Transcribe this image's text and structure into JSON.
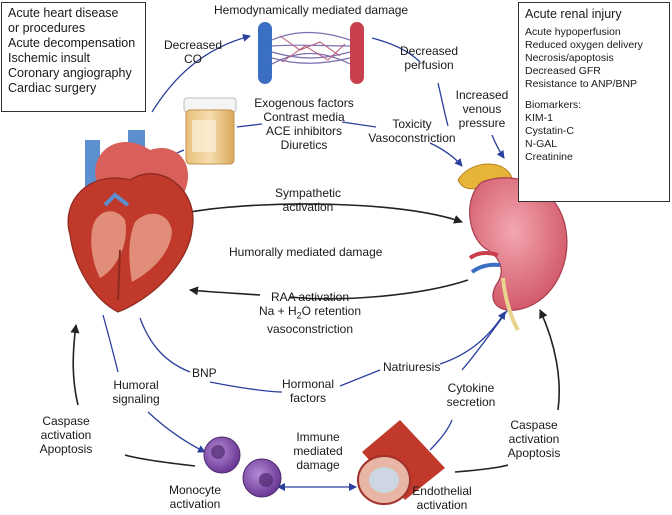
{
  "colors": {
    "arrow_blue": "#2b3f9c",
    "arrow_black": "#222222",
    "kidney": "#e07a86",
    "heart": "#c0392b",
    "adrenal": "#e7b43a",
    "monocyte": "#7b4aa8",
    "vessel": "#c0392b",
    "artery": "#c7404b",
    "vein": "#3a6fc4"
  },
  "boxes": {
    "heart_causes": [
      "Acute heart disease",
      "or procedures",
      "Acute decompensation",
      "Ischemic insult",
      "Coronary angiography",
      "Cardiac surgery"
    ],
    "renal": {
      "title": "Acute renal injury",
      "items": [
        "Acute hypoperfusion",
        "Reduced oxygen delivery",
        "Necrosis/apoptosis",
        "Decreased GFR",
        "Resistance to ANP/BNP"
      ],
      "biomarkers_title": "Biomarkers:",
      "biomarkers": [
        "KIM-1",
        "Cystatin-C",
        "N-GAL",
        "Creatinine"
      ]
    }
  },
  "labels": {
    "hemo": "Hemodynamically mediated damage",
    "decreased_co": [
      "Decreased",
      "CO"
    ],
    "decreased_perfusion": [
      "Decreased",
      "perfusion"
    ],
    "increased_venous": [
      "Increased",
      "venous",
      "pressure"
    ],
    "exogenous": [
      "Exogenous factors",
      "Contrast media",
      "ACE inhibitors",
      "Diuretics"
    ],
    "toxicity": [
      "Toxicity",
      "Vasoconstriction"
    ],
    "sympathetic": [
      "Sympathetic",
      "activation"
    ],
    "humoral_damage": "Humorally mediated damage",
    "raa": {
      "line1": "RAA activation",
      "line2_pre": "Na + H",
      "line2_sub": "2",
      "line2_post": "O retention",
      "line3": "vasoconstriction"
    },
    "bnp": "BNP",
    "hormonal": [
      "Hormonal",
      "factors"
    ],
    "natriuresis": "Natriuresis",
    "humoral_signaling": [
      "Humoral",
      "signaling"
    ],
    "cytokine": [
      "Cytokine",
      "secretion"
    ],
    "caspase_left": [
      "Caspase",
      "activation",
      "Apoptosis"
    ],
    "caspase_right": [
      "Caspase",
      "activation",
      "Apoptosis"
    ],
    "immune": [
      "Immune",
      "mediated",
      "damage"
    ],
    "monocyte": [
      "Monocyte",
      "activation"
    ],
    "endothelial": [
      "Endothelial",
      "activation"
    ]
  }
}
